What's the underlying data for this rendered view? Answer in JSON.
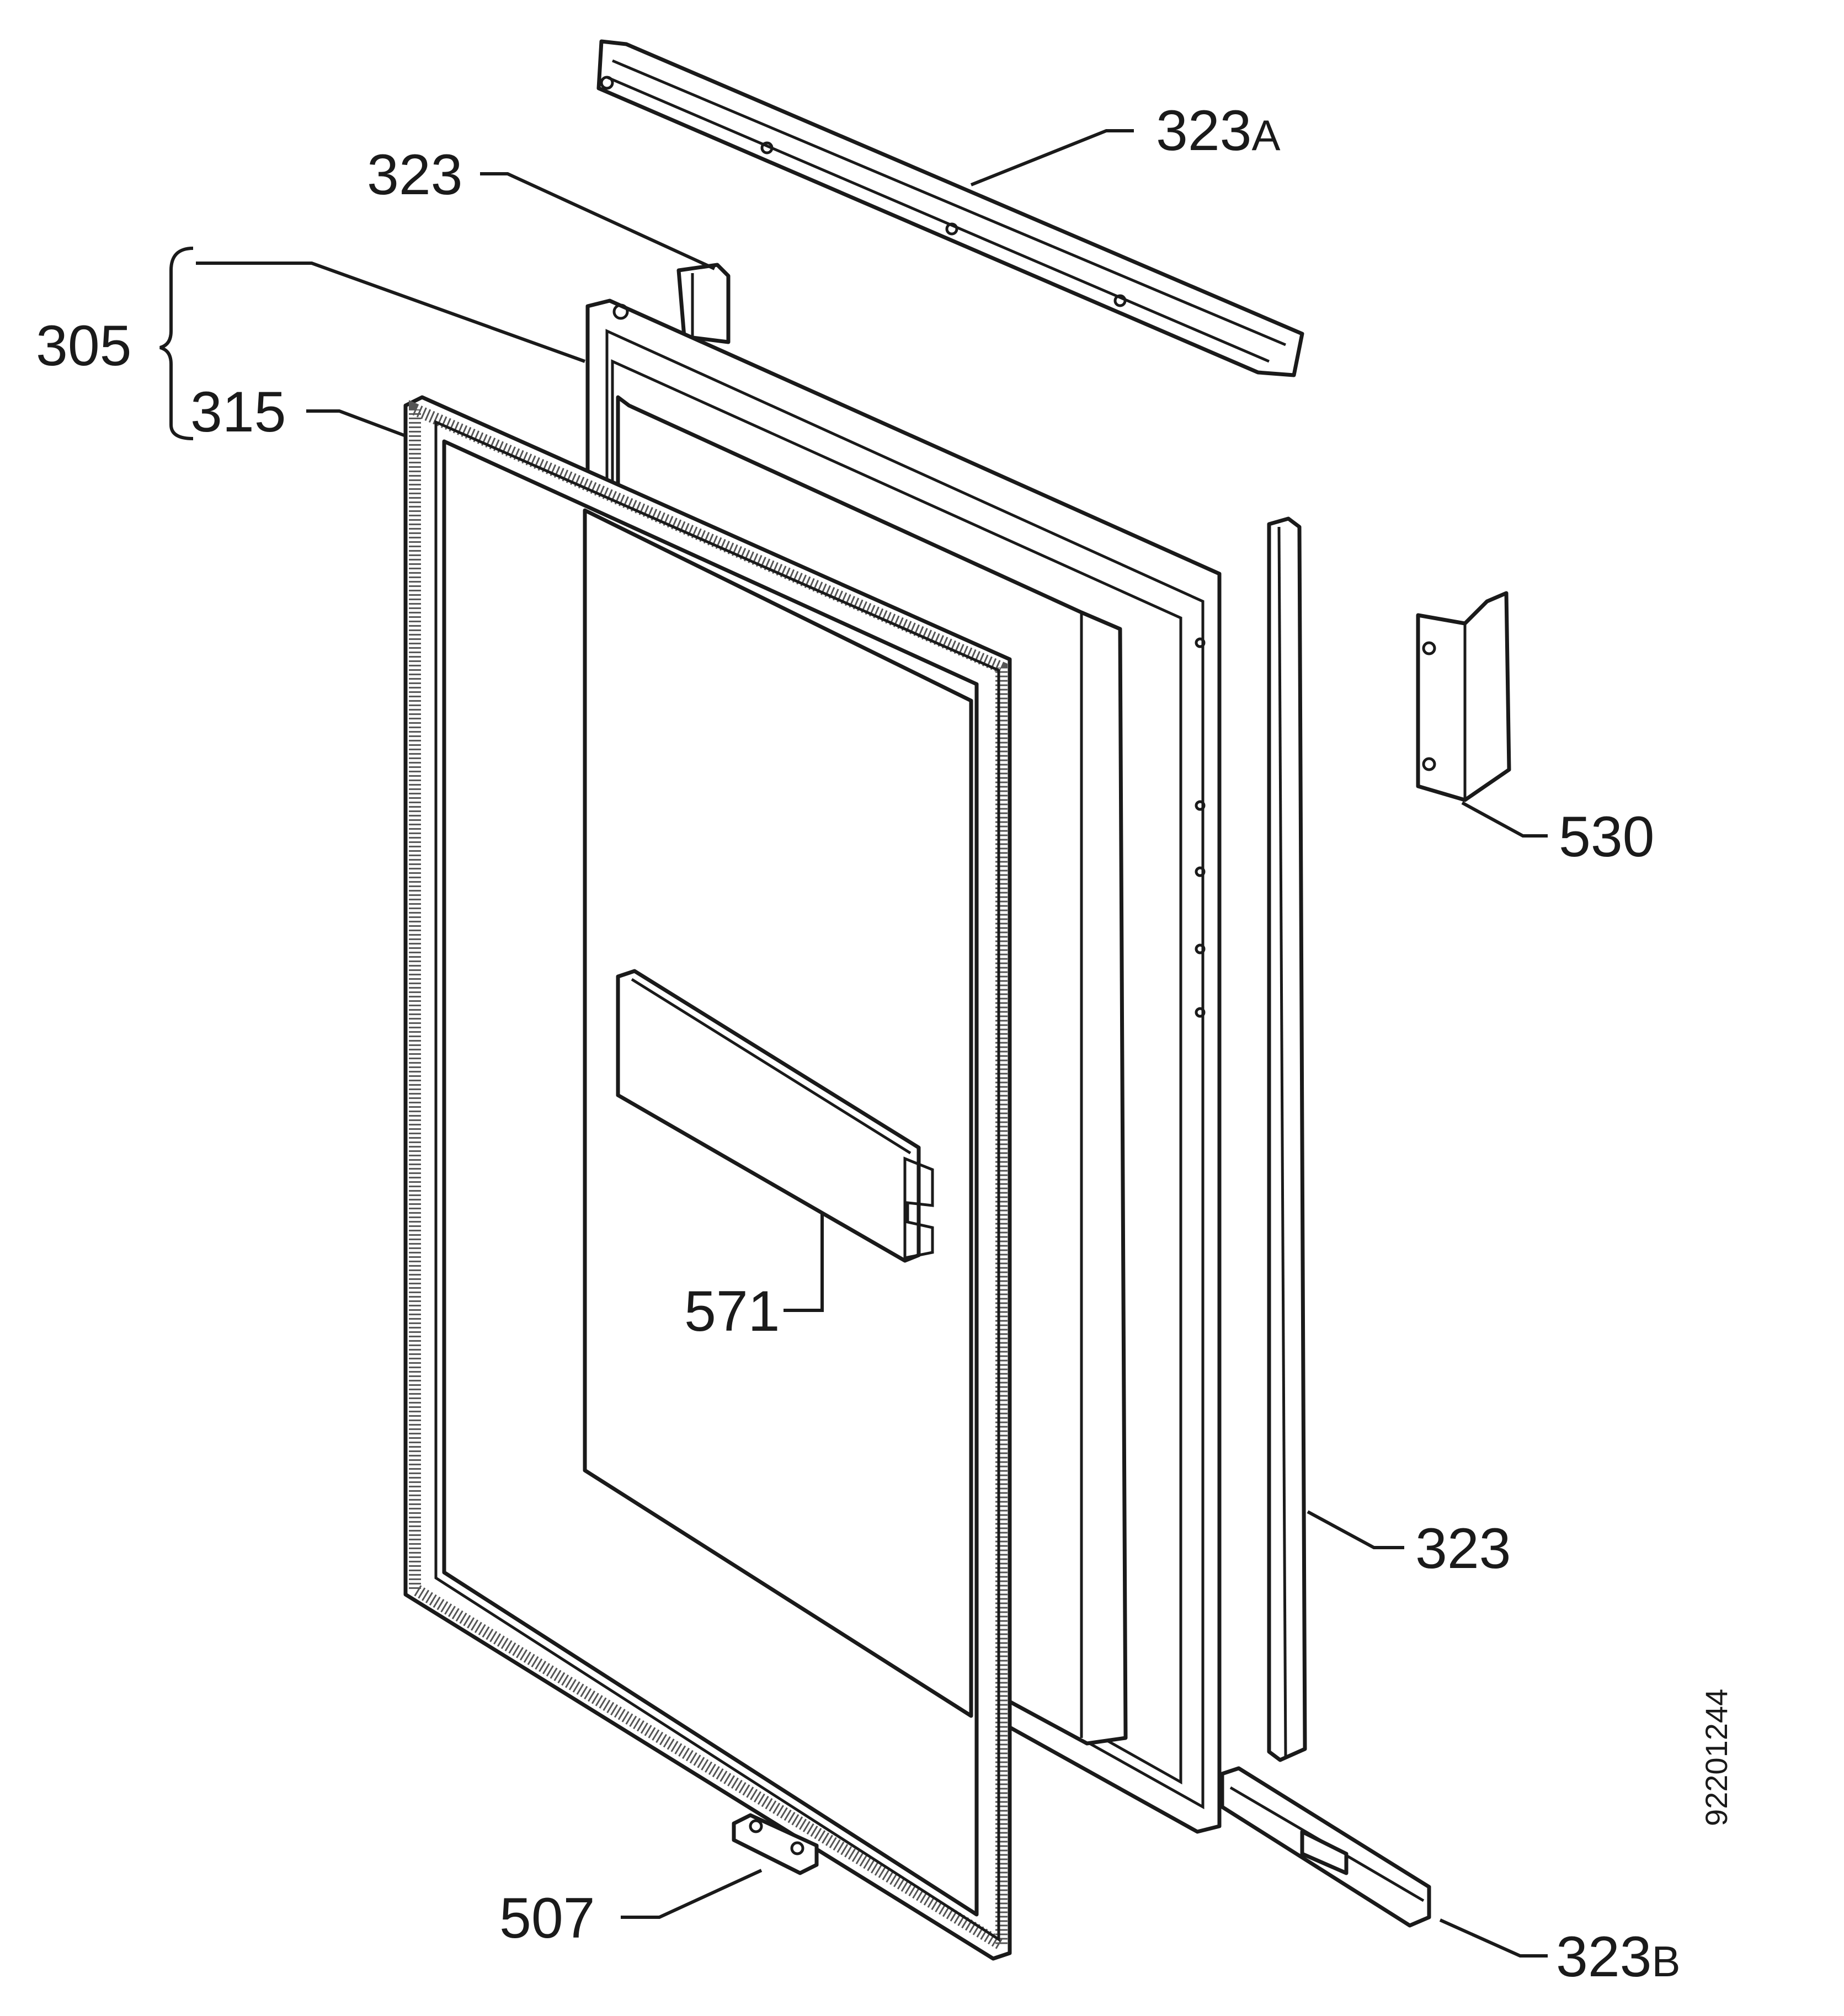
{
  "labels": {
    "p323a_num": "323",
    "p323a_suffix": "A",
    "p323_top": "323",
    "p305": "305",
    "p315": "315",
    "p530": "530",
    "p571": "571",
    "p323_right": "323",
    "p507": "507",
    "p323b_num": "323",
    "p323b_suffix": "B",
    "drawing_number": "92201244"
  }
}
